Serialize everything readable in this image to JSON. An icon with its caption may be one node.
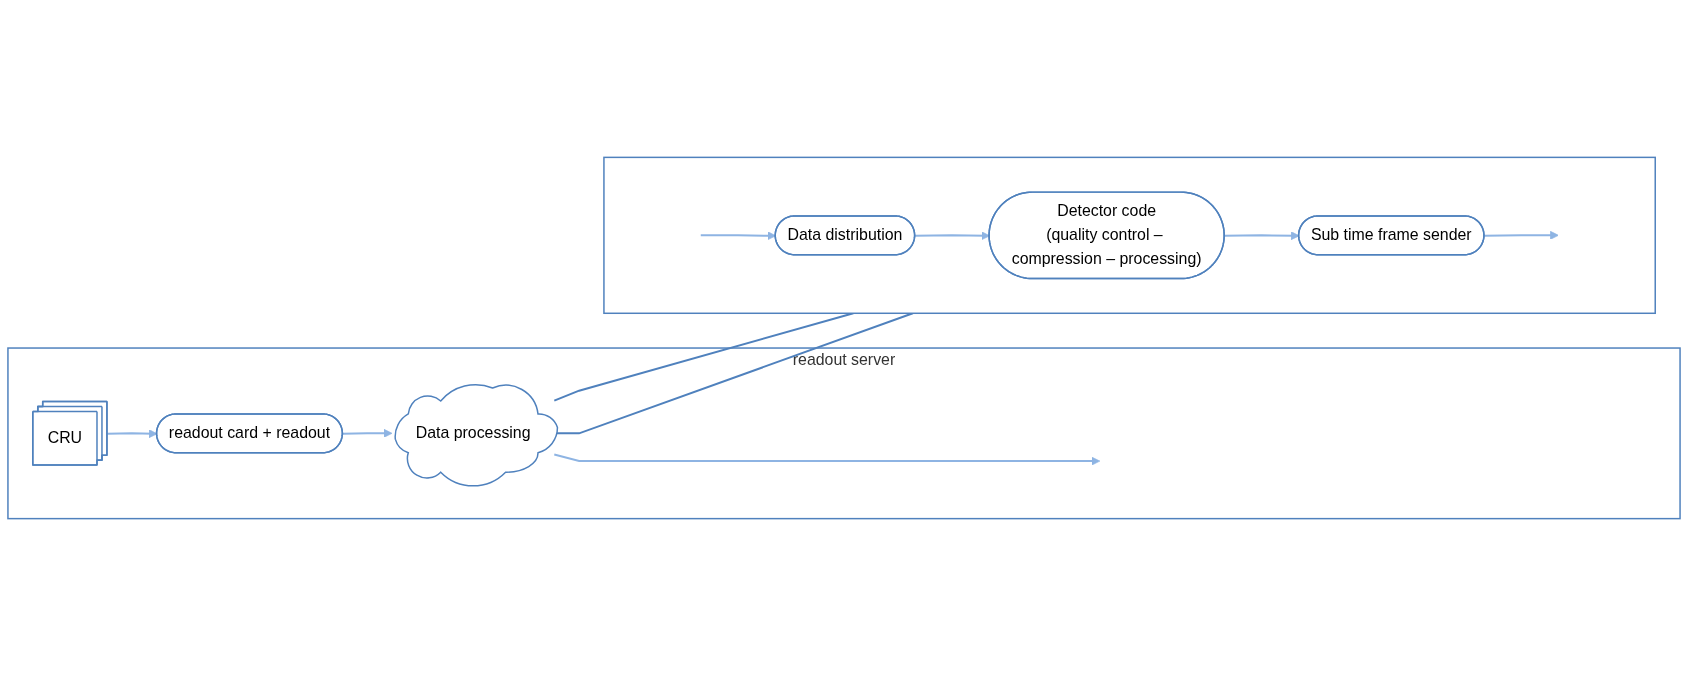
{
  "diagram": {
    "nodes": [
      {
        "text": [
          "readout server"
        ]
      },
      {
        "text": [
          "CRU"
        ],
        "in": 0
      },
      {
        "text": [
          "readout card + readout"
        ],
        "in": 0
      },
      {
        "text": [
          "Data processing"
        ],
        "in": 0
      },
      {
        "text": [],
        "shape": "box"
      },
      {
        "text": [
          "Data distribution"
        ],
        "in": 4
      },
      {
        "text": [
          "Detector code",
          "(quality control – compression – processing)"
        ],
        "in": 4
      },
      {
        "text": [
          "Sub time frame sender"
        ],
        "in": 4
      }
    ],
    "edges": [
      {
        "from": 1,
        "to": 2,
        "arrow": "to"
      },
      {
        "from": 2,
        "to": 3,
        "arrow": "to"
      },
      {
        "from": 3,
        "to": null,
        "arrow": "to"
      },
      {
        "from": 3,
        "to": 4,
        "arrow": "none",
        "color": "#4f81bd"
      },
      {
        "from": 3,
        "to": 4,
        "arrow": "none",
        "color": "#4f81bd"
      },
      {
        "from": null,
        "to": 5,
        "arrow": "to"
      },
      {
        "from": 5,
        "to": 6,
        "arrow": "to"
      },
      {
        "from": 6,
        "to": 7,
        "arrow": "to"
      },
      {
        "from": 7,
        "to": null,
        "arrow": "to"
      }
    ]
  }
}
